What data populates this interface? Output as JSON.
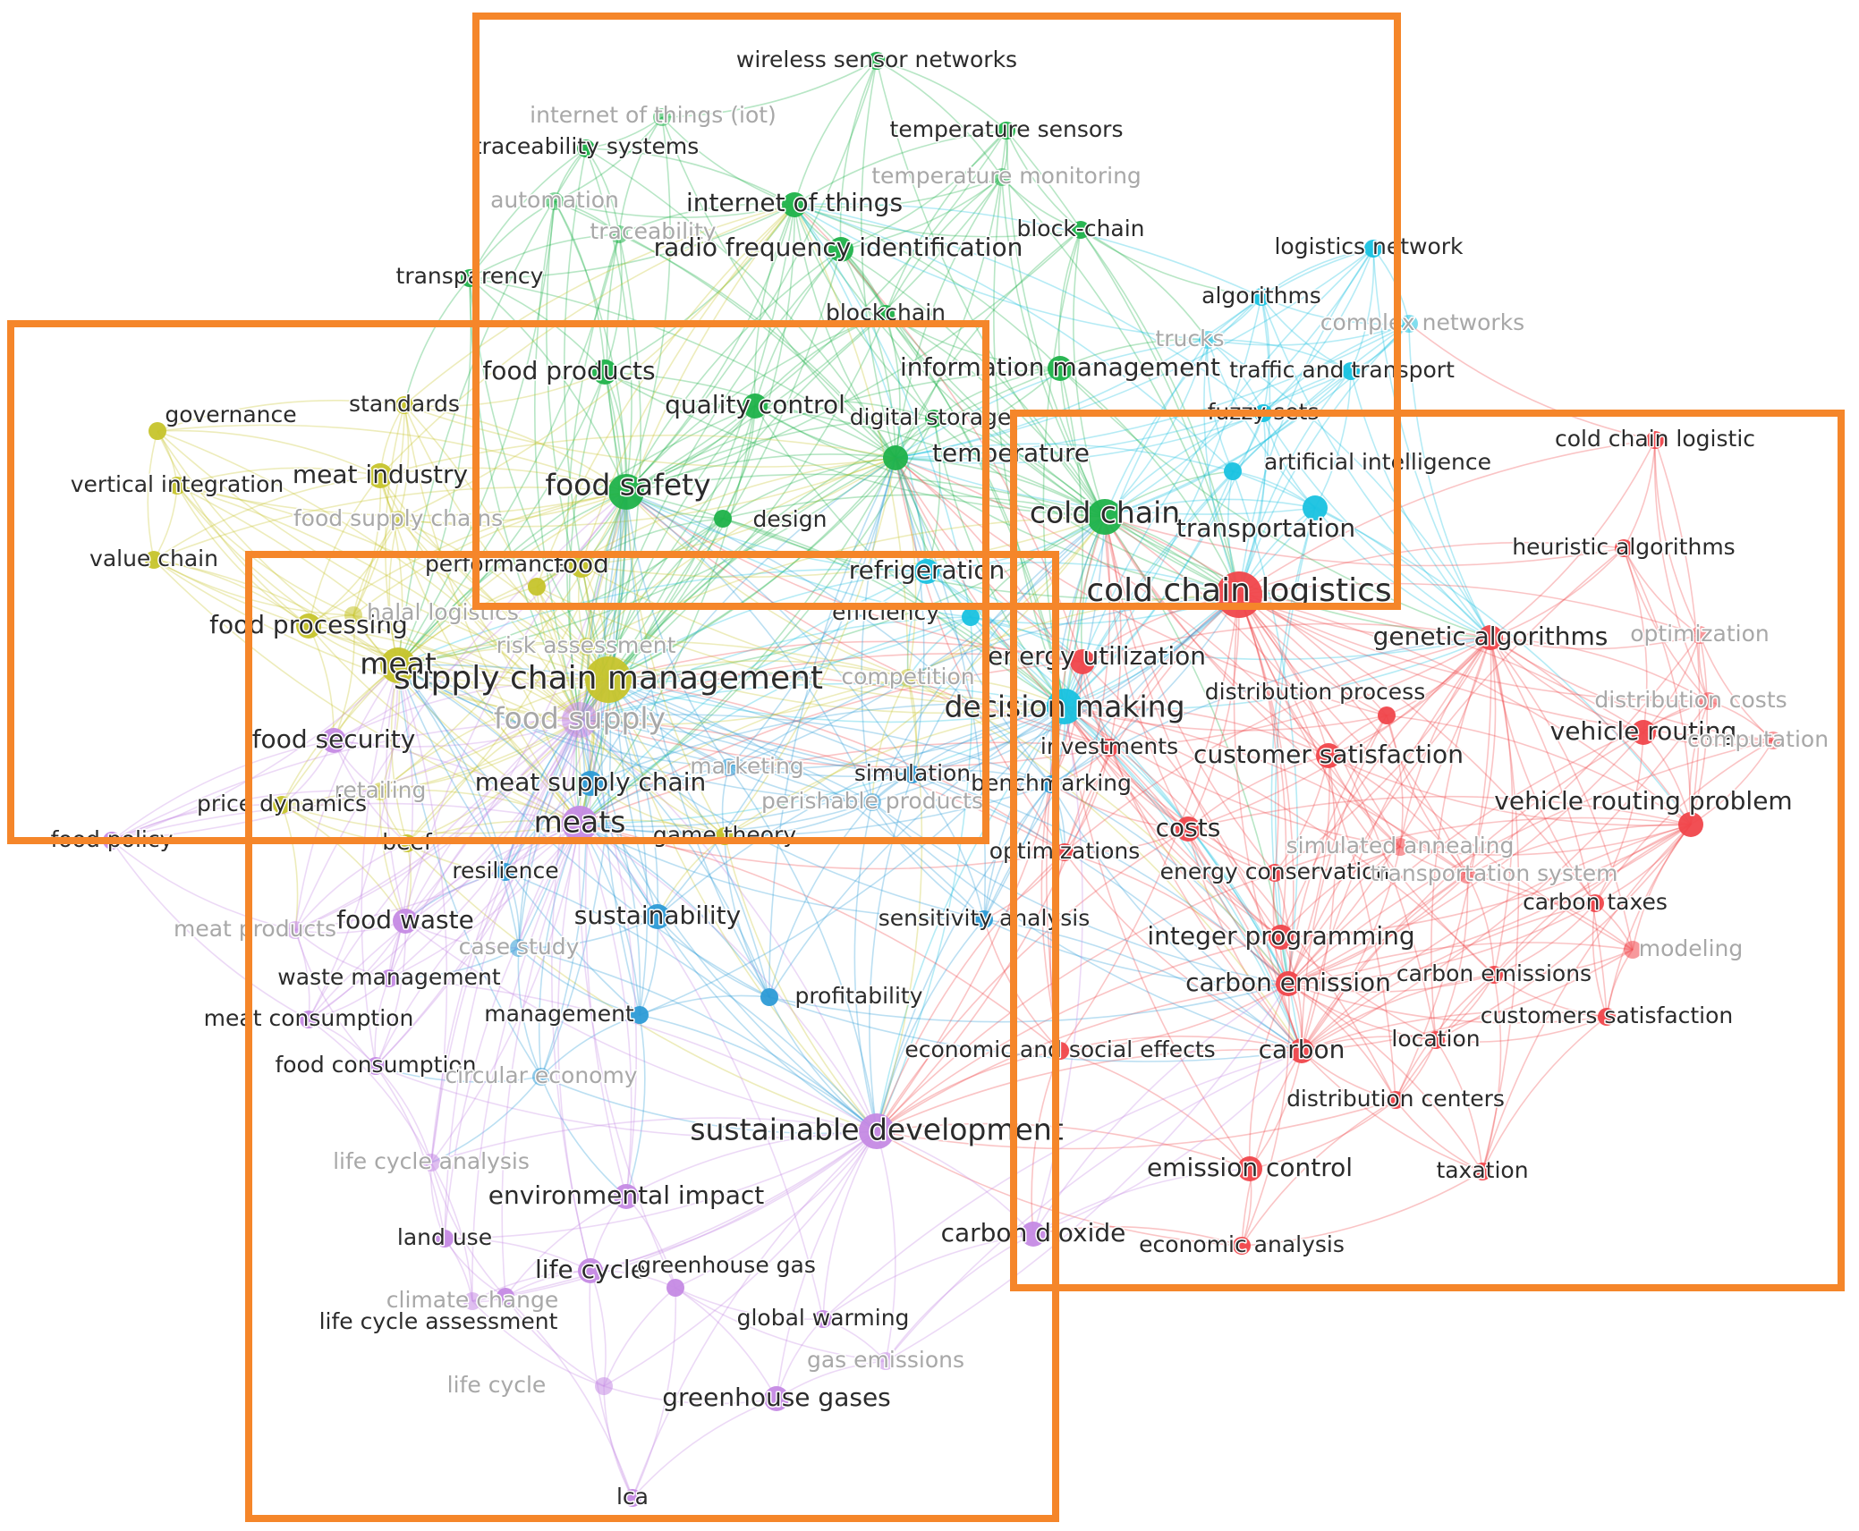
{
  "colors": {
    "green": "#1fb24a",
    "cyan": "#19c2e0",
    "red": "#f0464b",
    "yellow": "#c6c42c",
    "purple": "#c58ae4",
    "blue": "#2d9bd6",
    "box": "#f5862a",
    "label": "#2b2b2b",
    "faint": "#a8a8a8"
  },
  "highlight_boxes": [
    {
      "name": "box-top"
    },
    {
      "name": "box-left"
    },
    {
      "name": "box-right"
    },
    {
      "name": "box-bottom"
    }
  ],
  "nodes": [
    {
      "id": "wsn",
      "label": "wireless sensor networks",
      "cluster": "green",
      "size": "s"
    },
    {
      "id": "iot_paren",
      "label": "internet of things (iot)",
      "cluster": "green",
      "size": "s",
      "faint": true
    },
    {
      "id": "temp_sensors",
      "label": "temperature sensors",
      "cluster": "green",
      "size": "s"
    },
    {
      "id": "traceability_sys",
      "label": "traceability systems",
      "cluster": "green",
      "size": "s"
    },
    {
      "id": "temp_monitoring",
      "label": "temperature monitoring",
      "cluster": "green",
      "size": "s",
      "faint": true
    },
    {
      "id": "automation",
      "label": "automation",
      "cluster": "green",
      "size": "s",
      "faint": true
    },
    {
      "id": "iot",
      "label": "internet of things",
      "cluster": "green",
      "size": "m"
    },
    {
      "id": "traceability",
      "label": "traceability",
      "cluster": "green",
      "size": "s",
      "faint": true
    },
    {
      "id": "block_chain",
      "label": "block-chain",
      "cluster": "green",
      "size": "s"
    },
    {
      "id": "rfid",
      "label": "radio frequency identification",
      "cluster": "green",
      "size": "m"
    },
    {
      "id": "transparency",
      "label": "transparency",
      "cluster": "green",
      "size": "s"
    },
    {
      "id": "blockchain",
      "label": "blockchain",
      "cluster": "green",
      "size": "s"
    },
    {
      "id": "food_products",
      "label": "food products",
      "cluster": "green",
      "size": "m"
    },
    {
      "id": "info_mgmt",
      "label": "information management",
      "cluster": "green",
      "size": "m"
    },
    {
      "id": "quality_control",
      "label": "quality control",
      "cluster": "green",
      "size": "m"
    },
    {
      "id": "digital_storage",
      "label": "digital storage",
      "cluster": "green",
      "size": "s"
    },
    {
      "id": "temperature",
      "label": "temperature",
      "cluster": "green",
      "size": "m"
    },
    {
      "id": "food_safety",
      "label": "food safety",
      "cluster": "green",
      "size": "l"
    },
    {
      "id": "design",
      "label": "design",
      "cluster": "green",
      "size": "s"
    },
    {
      "id": "cold_chain",
      "label": "cold chain",
      "cluster": "green",
      "size": "l"
    },
    {
      "id": "logistics_network",
      "label": "logistics network",
      "cluster": "cyan",
      "size": "s"
    },
    {
      "id": "algorithms",
      "label": "algorithms",
      "cluster": "cyan",
      "size": "s"
    },
    {
      "id": "complex_networks",
      "label": "complex networks",
      "cluster": "cyan",
      "size": "s",
      "faint": true
    },
    {
      "id": "trucks",
      "label": "trucks",
      "cluster": "cyan",
      "size": "s",
      "faint": true
    },
    {
      "id": "traffic",
      "label": "traffic and transport",
      "cluster": "cyan",
      "size": "s"
    },
    {
      "id": "fuzzy_sets",
      "label": "fuzzy sets",
      "cluster": "cyan",
      "size": "s"
    },
    {
      "id": "ai",
      "label": "artificial intelligence",
      "cluster": "cyan",
      "size": "s"
    },
    {
      "id": "transportation",
      "label": "transportation",
      "cluster": "cyan",
      "size": "m"
    },
    {
      "id": "refrigeration",
      "label": "refrigeration",
      "cluster": "cyan",
      "size": "m"
    },
    {
      "id": "efficiency",
      "label": "efficiency",
      "cluster": "cyan",
      "size": "s"
    },
    {
      "id": "decision_making",
      "label": "decision making",
      "cluster": "cyan",
      "size": "l"
    },
    {
      "id": "cold_chain_logistic",
      "label": "cold chain logistic",
      "cluster": "red",
      "size": "s"
    },
    {
      "id": "heuristic",
      "label": "heuristic algorithms",
      "cluster": "red",
      "size": "s"
    },
    {
      "id": "ccl",
      "label": "cold chain logistics",
      "cluster": "red",
      "size": "xl"
    },
    {
      "id": "genetic",
      "label": "genetic algorithms",
      "cluster": "red",
      "size": "m"
    },
    {
      "id": "optimization",
      "label": "optimization",
      "cluster": "red",
      "size": "s",
      "faint": true
    },
    {
      "id": "energy_util",
      "label": "energy utilization",
      "cluster": "red",
      "size": "m"
    },
    {
      "id": "distribution_process",
      "label": "distribution process",
      "cluster": "red",
      "size": "s"
    },
    {
      "id": "distribution_costs",
      "label": "distribution costs",
      "cluster": "red",
      "size": "s",
      "faint": true
    },
    {
      "id": "vehicle_routing",
      "label": "vehicle routing",
      "cluster": "red",
      "size": "m"
    },
    {
      "id": "computation",
      "label": "computation",
      "cluster": "red",
      "size": "s",
      "faint": true
    },
    {
      "id": "customer_satisfaction",
      "label": "customer satisfaction",
      "cluster": "red",
      "size": "m"
    },
    {
      "id": "investments",
      "label": "investments",
      "cluster": "red",
      "size": "s"
    },
    {
      "id": "vrp",
      "label": "vehicle routing problem",
      "cluster": "red",
      "size": "m"
    },
    {
      "id": "benchmarking",
      "label": "benchmarking",
      "cluster": "blue",
      "size": "s"
    },
    {
      "id": "costs",
      "label": "costs",
      "cluster": "red",
      "size": "m"
    },
    {
      "id": "optimizations",
      "label": "optimizations",
      "cluster": "red",
      "size": "s"
    },
    {
      "id": "simulated_annealing",
      "label": "simulated annealing",
      "cluster": "red",
      "size": "s",
      "faint": true
    },
    {
      "id": "energy_conservation",
      "label": "energy conservation",
      "cluster": "red",
      "size": "s"
    },
    {
      "id": "transportation_system",
      "label": "transportation system",
      "cluster": "red",
      "size": "s",
      "faint": true
    },
    {
      "id": "carbon_taxes",
      "label": "carbon taxes",
      "cluster": "red",
      "size": "s"
    },
    {
      "id": "integer_programming",
      "label": "integer programming",
      "cluster": "red",
      "size": "m"
    },
    {
      "id": "modeling",
      "label": "modeling",
      "cluster": "red",
      "size": "s",
      "faint": true
    },
    {
      "id": "carbon_emission",
      "label": "carbon emission",
      "cluster": "red",
      "size": "m"
    },
    {
      "id": "carbon_emissions",
      "label": "carbon emissions",
      "cluster": "red",
      "size": "s"
    },
    {
      "id": "customers_satisfaction",
      "label": "customers satisfaction",
      "cluster": "red",
      "size": "s"
    },
    {
      "id": "location",
      "label": "location",
      "cluster": "red",
      "size": "s"
    },
    {
      "id": "carbon",
      "label": "carbon",
      "cluster": "red",
      "size": "m"
    },
    {
      "id": "econ_social",
      "label": "economic and social effects",
      "cluster": "red",
      "size": "s"
    },
    {
      "id": "distribution_centers",
      "label": "distribution centers",
      "cluster": "red",
      "size": "s"
    },
    {
      "id": "emission_control",
      "label": "emission control",
      "cluster": "red",
      "size": "m"
    },
    {
      "id": "taxation",
      "label": "taxation",
      "cluster": "red",
      "size": "s"
    },
    {
      "id": "economic_analysis",
      "label": "economic analysis",
      "cluster": "red",
      "size": "s"
    },
    {
      "id": "governance",
      "label": "governance",
      "cluster": "yellow",
      "size": "s"
    },
    {
      "id": "standards",
      "label": "standards",
      "cluster": "yellow",
      "size": "s"
    },
    {
      "id": "vertical_integration",
      "label": "vertical integration",
      "cluster": "yellow",
      "size": "s"
    },
    {
      "id": "meat_industry",
      "label": "meat industry",
      "cluster": "yellow",
      "size": "m"
    },
    {
      "id": "food_supply_chain",
      "label": "food supply chains",
      "cluster": "yellow",
      "size": "s",
      "faint": true
    },
    {
      "id": "value_chain",
      "label": "value chain",
      "cluster": "yellow",
      "size": "s"
    },
    {
      "id": "performance",
      "label": "performance",
      "cluster": "yellow",
      "size": "s"
    },
    {
      "id": "food",
      "label": "food",
      "cluster": "yellow",
      "size": "m"
    },
    {
      "id": "food_processing",
      "label": "food processing",
      "cluster": "yellow",
      "size": "m"
    },
    {
      "id": "halal",
      "label": "halal logistics",
      "cluster": "yellow",
      "size": "s",
      "faint": true
    },
    {
      "id": "risk_assessment",
      "label": "risk assessment",
      "cluster": "yellow",
      "size": "s",
      "faint": true
    },
    {
      "id": "meat",
      "label": "meat",
      "cluster": "yellow",
      "size": "l"
    },
    {
      "id": "scm",
      "label": "supply chain management",
      "cluster": "yellow",
      "size": "xl"
    },
    {
      "id": "competition",
      "label": "competition",
      "cluster": "yellow",
      "size": "s",
      "faint": true
    },
    {
      "id": "food_security",
      "label": "food security",
      "cluster": "purple",
      "size": "m"
    },
    {
      "id": "food_supply",
      "label": "food supply",
      "cluster": "purple",
      "size": "l",
      "faint": true
    },
    {
      "id": "retailing",
      "label": "retailing",
      "cluster": "yellow",
      "size": "s",
      "faint": true
    },
    {
      "id": "price_dynamics",
      "label": "price dynamics",
      "cluster": "yellow",
      "size": "s"
    },
    {
      "id": "meat_supply_chain",
      "label": "meat supply chain",
      "cluster": "blue",
      "size": "m"
    },
    {
      "id": "simulation",
      "label": "simulation",
      "cluster": "blue",
      "size": "s"
    },
    {
      "id": "marketing",
      "label": "marketing",
      "cluster": "blue",
      "size": "s",
      "faint": true
    },
    {
      "id": "perishable",
      "label": "perishable products",
      "cluster": "blue",
      "size": "s",
      "faint": true
    },
    {
      "id": "food_policy",
      "label": "food policy",
      "cluster": "purple",
      "size": "s"
    },
    {
      "id": "meats",
      "label": "meats",
      "cluster": "purple",
      "size": "l"
    },
    {
      "id": "game_theory",
      "label": "game theory",
      "cluster": "yellow",
      "size": "s"
    },
    {
      "id": "beef",
      "label": "beef",
      "cluster": "yellow",
      "size": "s"
    },
    {
      "id": "resilience",
      "label": "resilience",
      "cluster": "blue",
      "size": "s"
    },
    {
      "id": "food_waste",
      "label": "food waste",
      "cluster": "purple",
      "size": "m"
    },
    {
      "id": "meat_products",
      "label": "meat products",
      "cluster": "purple",
      "size": "s",
      "faint": true
    },
    {
      "id": "sustainability",
      "label": "sustainability",
      "cluster": "blue",
      "size": "m"
    },
    {
      "id": "sensitivity",
      "label": "sensitivity analysis",
      "cluster": "blue",
      "size": "s"
    },
    {
      "id": "case_study",
      "label": "case study",
      "cluster": "blue",
      "size": "s",
      "faint": true
    },
    {
      "id": "waste_mgmt",
      "label": "waste management",
      "cluster": "purple",
      "size": "s"
    },
    {
      "id": "profitability",
      "label": "profitability",
      "cluster": "blue",
      "size": "s"
    },
    {
      "id": "meat_consumption",
      "label": "meat consumption",
      "cluster": "purple",
      "size": "s"
    },
    {
      "id": "management",
      "label": "management",
      "cluster": "blue",
      "size": "s"
    },
    {
      "id": "food_consumption",
      "label": "food consumption",
      "cluster": "purple",
      "size": "s"
    },
    {
      "id": "circular_economy",
      "label": "circular economy",
      "cluster": "blue",
      "size": "s",
      "faint": true
    },
    {
      "id": "sustainable_dev",
      "label": "sustainable development",
      "cluster": "purple",
      "size": "l"
    },
    {
      "id": "lca_analysis",
      "label": "life cycle analysis",
      "cluster": "purple",
      "size": "s",
      "faint": true
    },
    {
      "id": "env_impact",
      "label": "environmental impact",
      "cluster": "purple",
      "size": "m"
    },
    {
      "id": "land_use",
      "label": "land use",
      "cluster": "purple",
      "size": "s"
    },
    {
      "id": "carbon_dioxide",
      "label": "carbon dioxide",
      "cluster": "purple",
      "size": "m"
    },
    {
      "id": "life_cycle",
      "label": "life cycle",
      "cluster": "purple",
      "size": "m"
    },
    {
      "id": "ghg",
      "label": "greenhouse gas",
      "cluster": "purple",
      "size": "s"
    },
    {
      "id": "lca_assessment",
      "label": "life cycle assessment",
      "cluster": "purple",
      "size": "s"
    },
    {
      "id": "global_warming",
      "label": "global warming",
      "cluster": "purple",
      "size": "s"
    },
    {
      "id": "gas_emissions",
      "label": "gas emissions",
      "cluster": "purple",
      "size": "s",
      "faint": true
    },
    {
      "id": "life_cycle2",
      "label": "life cycle",
      "cluster": "purple",
      "size": "s",
      "faint": true
    },
    {
      "id": "climate_change",
      "label": "climate change",
      "cluster": "purple",
      "size": "s",
      "faint": true
    },
    {
      "id": "ghgs",
      "label": "greenhouse gases",
      "cluster": "purple",
      "size": "m"
    },
    {
      "id": "lca",
      "label": "lca",
      "cluster": "purple",
      "size": "s"
    }
  ]
}
